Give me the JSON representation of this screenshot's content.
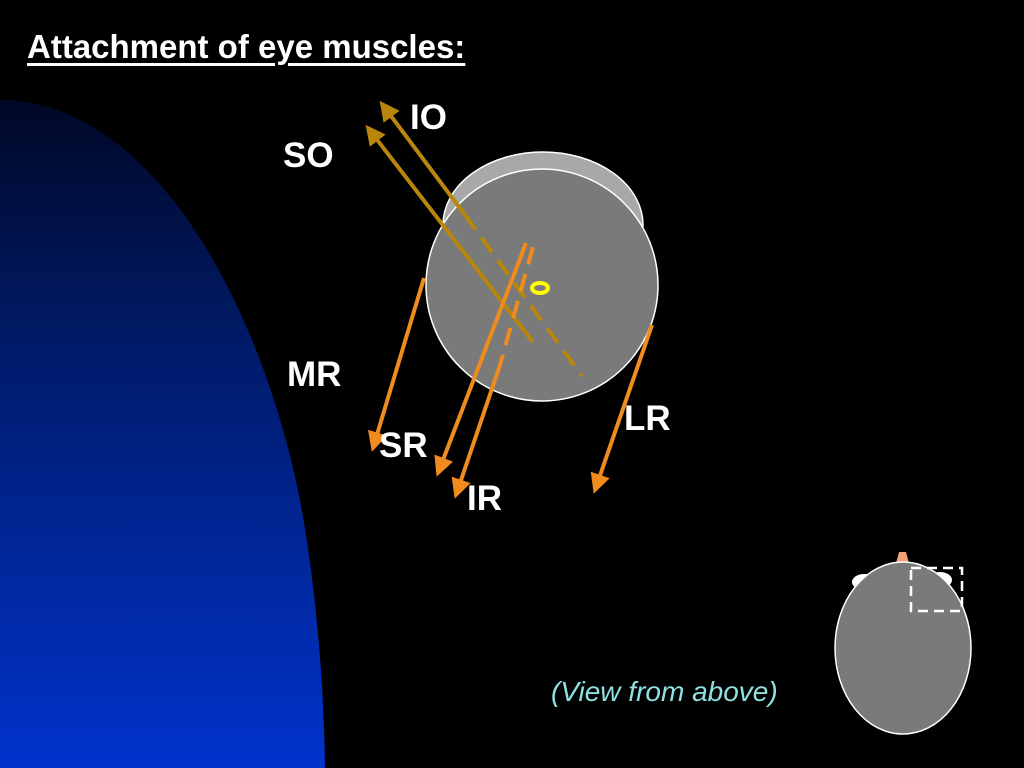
{
  "title": "Attachment of eye muscles:",
  "labels": {
    "io": "IO",
    "so": "SO",
    "mr": "MR",
    "sr": "SR",
    "ir": "IR",
    "lr": "LR"
  },
  "caption": "(View from above)",
  "colors": {
    "background": "#000000",
    "head_gradient_top": "#000826",
    "head_gradient_bottom": "#0033cc",
    "eyeball": "#7a7a7a",
    "eyeball_back": "#a8a8a8",
    "oblique_muscle": "#b8860b",
    "rectus_muscle": "#f08c1e",
    "optic_nerve": "#ffff00",
    "label_text": "#ffffff",
    "caption_text": "#8fe0e0"
  }
}
